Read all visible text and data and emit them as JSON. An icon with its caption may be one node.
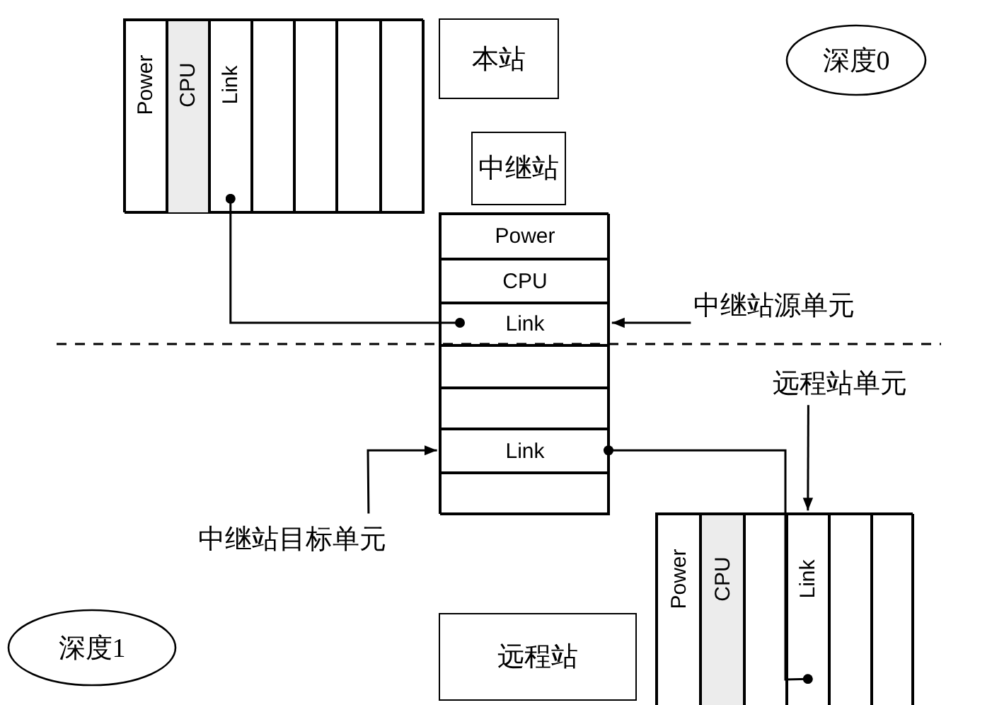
{
  "diagram": {
    "nodes": [
      {
        "text": [],
        "shape": "box"
      },
      {
        "text": [
          "Power"
        ],
        "in": 0
      },
      {
        "text": [
          "CPU"
        ],
        "in": 0
      },
      {
        "text": [
          "Link"
        ],
        "in": 0
      },
      {
        "text": [],
        "shape": "box",
        "in": 0
      },
      {
        "text": [],
        "shape": "box",
        "in": 0
      },
      {
        "text": [],
        "shape": "box",
        "in": 0
      },
      {
        "text": [],
        "shape": "box",
        "in": 0
      },
      {
        "text": [
          "本站"
        ]
      },
      {
        "text": [
          "深度0"
        ]
      },
      {
        "text": [
          "中继站"
        ]
      },
      {
        "text": [],
        "shape": "box"
      },
      {
        "text": [
          "Power"
        ],
        "in": 11
      },
      {
        "text": [
          "CPU"
        ],
        "in": 11
      },
      {
        "text": [
          "Link"
        ],
        "in": 11
      },
      {
        "text": [],
        "shape": "box",
        "in": 11
      },
      {
        "text": [],
        "shape": "box",
        "in": 11
      },
      {
        "text": [
          "Link"
        ],
        "in": 11
      },
      {
        "text": [],
        "shape": "box",
        "in": 11
      },
      {
        "text": [
          "中继站源单元"
        ]
      },
      {
        "text": [
          "远程站单元"
        ]
      },
      {
        "text": [
          "中继站目标单元"
        ]
      },
      {
        "text": [
          "深度1"
        ]
      },
      {
        "text": [
          "远程站"
        ]
      },
      {
        "text": [],
        "shape": "box"
      },
      {
        "text": [
          "Power"
        ],
        "in": 24
      },
      {
        "text": [
          "CPU"
        ],
        "in": 24
      },
      {
        "text": [],
        "shape": "box",
        "in": 24
      },
      {
        "text": [
          "Link"
        ],
        "in": 24
      },
      {
        "text": [],
        "shape": "box",
        "in": 24
      },
      {
        "text": [],
        "shape": "box",
        "in": 24
      }
    ],
    "edges": [
      {
        "from": 3,
        "to": 14,
        "arrow": "other"
      },
      {
        "from": 17,
        "to": 28,
        "arrow": "other"
      },
      {
        "from": 19,
        "to": 14,
        "arrow": "to"
      },
      {
        "from": 20,
        "to": 28,
        "arrow": "to"
      },
      {
        "from": 21,
        "to": 17,
        "arrow": "to"
      }
    ]
  }
}
